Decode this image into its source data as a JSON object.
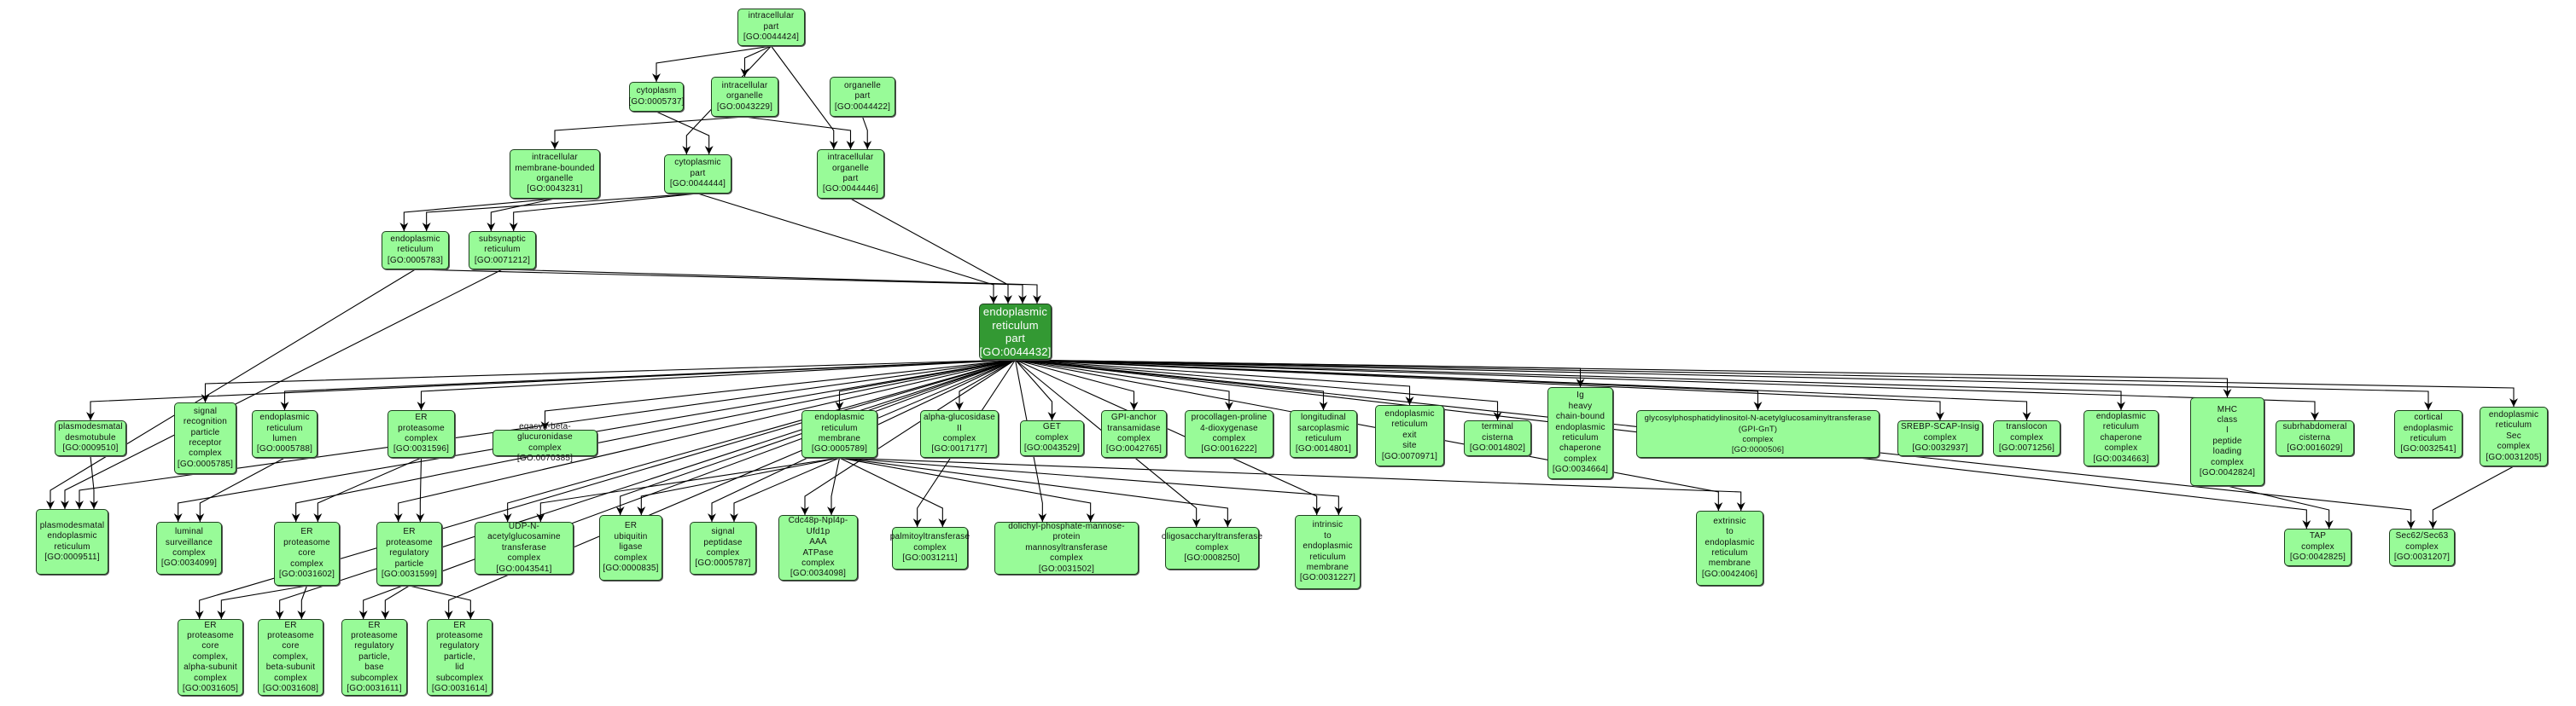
{
  "colors": {
    "node_fill": "#98fb98",
    "focus_fill": "#339933",
    "border": "#1f3f1f",
    "edge": "#000000"
  },
  "nodes": [
    {
      "id": "n_ip",
      "label": "intracellular\npart\n[GO:0044424]"
    },
    {
      "id": "n_cyto",
      "label": "cytoplasm\n[GO:0005737]"
    },
    {
      "id": "n_io",
      "label": "intracellular\norganelle\n[GO:0043229]"
    },
    {
      "id": "n_op",
      "label": "organelle\npart\n[GO:0044422]"
    },
    {
      "id": "n_imbo",
      "label": "intracellular\nmembrane-bounded\norganelle\n[GO:0043231]"
    },
    {
      "id": "n_cp",
      "label": "cytoplasmic\npart\n[GO:0044444]"
    },
    {
      "id": "n_iop",
      "label": "intracellular\norganelle\npart\n[GO:0044446]"
    },
    {
      "id": "n_er",
      "label": "endoplasmic\nreticulum\n[GO:0005783]"
    },
    {
      "id": "n_sr",
      "label": "subsynaptic\nreticulum\n[GO:0071212]"
    },
    {
      "id": "n_erp",
      "label": "endoplasmic\nreticulum\npart\n[GO:0044432]",
      "focus": true
    },
    {
      "id": "n_pdd",
      "label": "plasmodesmatal\ndesmotubule\n[GO:0009510]"
    },
    {
      "id": "n_srp",
      "label": "signal\nrecognition\nparticle\nreceptor\ncomplex\n[GO:0005785]"
    },
    {
      "id": "n_lumen",
      "label": "endoplasmic\nreticulum\nlumen\n[GO:0005788]"
    },
    {
      "id": "n_epc",
      "label": "ER\nproteasome\ncomplex\n[GO:0031596]"
    },
    {
      "id": "n_egasyn",
      "label": "egasyn-beta-glucuronidase\ncomplex\n[GO:0070385]"
    },
    {
      "id": "n_erm",
      "label": "endoplasmic\nreticulum\nmembrane\n[GO:0005789]"
    },
    {
      "id": "n_ag2",
      "label": "alpha-glucosidase\nII\ncomplex\n[GO:0017177]"
    },
    {
      "id": "n_get",
      "label": "GET\ncomplex\n[GO:0043529]"
    },
    {
      "id": "n_gpit",
      "label": "GPI-anchor\ntransamidase\ncomplex\n[GO:0042765]"
    },
    {
      "id": "n_p4h",
      "label": "procollagen-proline\n4-dioxygenase\ncomplex\n[GO:0016222]"
    },
    {
      "id": "n_lsr",
      "label": "longitudinal\nsarcoplasmic\nreticulum\n[GO:0014801]"
    },
    {
      "id": "n_eres",
      "label": "endoplasmic\nreticulum\nexit\nsite\n[GO:0070971]"
    },
    {
      "id": "n_tc",
      "label": "terminal\ncisterna\n[GO:0014802]"
    },
    {
      "id": "n_ig",
      "label": "Ig\nheavy\nchain-bound\nendoplasmic\nreticulum\nchaperone\ncomplex\n[GO:0034664]"
    },
    {
      "id": "n_gpignt",
      "label": "glycosylphosphatidylinositol-N-acetylglucosaminyltransferase\n(GPI-GnT)\ncomplex\n[GO:0000506]",
      "wide": true
    },
    {
      "id": "n_srebp",
      "label": "SREBP-SCAP-Insig\ncomplex\n[GO:0032937]"
    },
    {
      "id": "n_transl",
      "label": "translocon\ncomplex\n[GO:0071256]"
    },
    {
      "id": "n_erchap",
      "label": "endoplasmic\nreticulum\nchaperone\ncomplex\n[GO:0034663]"
    },
    {
      "id": "n_mhc",
      "label": "MHC\nclass\nI\npeptide\nloading\ncomplex\n[GO:0042824]"
    },
    {
      "id": "n_subr",
      "label": "subrhabdomeral\ncisterna\n[GO:0016029]"
    },
    {
      "id": "n_cort",
      "label": "cortical\nendoplasmic\nreticulum\n[GO:0032541]"
    },
    {
      "id": "n_sec",
      "label": "endoplasmic\nreticulum\nSec\ncomplex\n[GO:0031205]"
    },
    {
      "id": "n_pder",
      "label": "plasmodesmatal\nendoplasmic\nreticulum\n[GO:0009511]"
    },
    {
      "id": "n_lsc",
      "label": "luminal\nsurveillance\ncomplex\n[GO:0034099]"
    },
    {
      "id": "n_core",
      "label": "ER\nproteasome\ncore\ncomplex\n[GO:0031602]"
    },
    {
      "id": "n_reg",
      "label": "ER\nproteasome\nregulatory\nparticle\n[GO:0031599]"
    },
    {
      "id": "n_udp",
      "label": "UDP-N-acetylglucosamine\ntransferase\ncomplex\n[GO:0043541]"
    },
    {
      "id": "n_ubl",
      "label": "ER\nubiquitin\nligase\ncomplex\n[GO:0000835]"
    },
    {
      "id": "n_sp",
      "label": "signal\npeptidase\ncomplex\n[GO:0005787]"
    },
    {
      "id": "n_cdc",
      "label": "Cdc48p-Npl4p-Ufd1p\nAAA\nATPase\ncomplex\n[GO:0034098]"
    },
    {
      "id": "n_palm",
      "label": "palmitoyltransferase\ncomplex\n[GO:0031211]"
    },
    {
      "id": "n_dpm",
      "label": "dolichyl-phosphate-mannose-protein\nmannosyltransferase\ncomplex\n[GO:0031502]"
    },
    {
      "id": "n_ost",
      "label": "oligosaccharyltransferase\ncomplex\n[GO:0008250]"
    },
    {
      "id": "n_intr",
      "label": "intrinsic\nto\nendoplasmic\nreticulum\nmembrane\n[GO:0031227]"
    },
    {
      "id": "n_extr",
      "label": "extrinsic\nto\nendoplasmic\nreticulum\nmembrane\n[GO:0042406]"
    },
    {
      "id": "n_tap",
      "label": "TAP\ncomplex\n[GO:0042825]"
    },
    {
      "id": "n_sec62",
      "label": "Sec62/Sec63\ncomplex\n[GO:0031207]"
    },
    {
      "id": "n_alpha",
      "label": "ER\nproteasome\ncore\ncomplex,\nalpha-subunit\ncomplex\n[GO:0031605]"
    },
    {
      "id": "n_beta",
      "label": "ER\nproteasome\ncore\ncomplex,\nbeta-subunit\ncomplex\n[GO:0031608]"
    },
    {
      "id": "n_base",
      "label": "ER\nproteasome\nregulatory\nparticle,\nbase\nsubcomplex\n[GO:0031611]"
    },
    {
      "id": "n_lid",
      "label": "ER\nproteasome\nregulatory\nparticle,\nlid\nsubcomplex\n[GO:0031614]"
    }
  ],
  "edges": [
    [
      "n_ip",
      "n_cyto"
    ],
    [
      "n_ip",
      "n_io"
    ],
    [
      "n_ip",
      "n_cp"
    ],
    [
      "n_ip",
      "n_iop"
    ],
    [
      "n_cyto",
      "n_cp"
    ],
    [
      "n_io",
      "n_imbo"
    ],
    [
      "n_io",
      "n_iop"
    ],
    [
      "n_op",
      "n_iop"
    ],
    [
      "n_imbo",
      "n_er"
    ],
    [
      "n_imbo",
      "n_sr"
    ],
    [
      "n_cp",
      "n_er"
    ],
    [
      "n_cp",
      "n_sr"
    ],
    [
      "n_cp",
      "n_erp"
    ],
    [
      "n_iop",
      "n_erp"
    ],
    [
      "n_er",
      "n_erp"
    ],
    [
      "n_sr",
      "n_erp"
    ],
    [
      "n_er",
      "n_pder"
    ],
    [
      "n_sr",
      "n_pder"
    ],
    [
      "n_erp",
      "n_pdd"
    ],
    [
      "n_erp",
      "n_srp"
    ],
    [
      "n_erp",
      "n_lumen"
    ],
    [
      "n_erp",
      "n_epc"
    ],
    [
      "n_erp",
      "n_egasyn"
    ],
    [
      "n_erp",
      "n_erm"
    ],
    [
      "n_erp",
      "n_ag2"
    ],
    [
      "n_erp",
      "n_get"
    ],
    [
      "n_erp",
      "n_gpit"
    ],
    [
      "n_erp",
      "n_p4h"
    ],
    [
      "n_erp",
      "n_lsr"
    ],
    [
      "n_erp",
      "n_eres"
    ],
    [
      "n_erp",
      "n_tc"
    ],
    [
      "n_erp",
      "n_ig"
    ],
    [
      "n_erp",
      "n_gpignt"
    ],
    [
      "n_erp",
      "n_srebp"
    ],
    [
      "n_erp",
      "n_transl"
    ],
    [
      "n_erp",
      "n_erchap"
    ],
    [
      "n_erp",
      "n_mhc"
    ],
    [
      "n_erp",
      "n_subr"
    ],
    [
      "n_erp",
      "n_cort"
    ],
    [
      "n_erp",
      "n_sec"
    ],
    [
      "n_erp",
      "n_pder"
    ],
    [
      "n_erp",
      "n_lsc"
    ],
    [
      "n_erp",
      "n_core"
    ],
    [
      "n_erp",
      "n_reg"
    ],
    [
      "n_erp",
      "n_udp"
    ],
    [
      "n_erp",
      "n_ubl"
    ],
    [
      "n_erp",
      "n_sp"
    ],
    [
      "n_erp",
      "n_cdc"
    ],
    [
      "n_erp",
      "n_palm"
    ],
    [
      "n_erp",
      "n_dpm"
    ],
    [
      "n_erp",
      "n_ost"
    ],
    [
      "n_erp",
      "n_intr"
    ],
    [
      "n_erp",
      "n_extr"
    ],
    [
      "n_erp",
      "n_tap"
    ],
    [
      "n_erp",
      "n_sec62"
    ],
    [
      "n_erp",
      "n_alpha"
    ],
    [
      "n_erp",
      "n_beta"
    ],
    [
      "n_erp",
      "n_base"
    ],
    [
      "n_erp",
      "n_lid"
    ],
    [
      "n_pdd",
      "n_pder"
    ],
    [
      "n_lumen",
      "n_lsc"
    ],
    [
      "n_epc",
      "n_core"
    ],
    [
      "n_epc",
      "n_reg"
    ],
    [
      "n_core",
      "n_alpha"
    ],
    [
      "n_core",
      "n_beta"
    ],
    [
      "n_reg",
      "n_base"
    ],
    [
      "n_reg",
      "n_lid"
    ],
    [
      "n_erm",
      "n_udp"
    ],
    [
      "n_erm",
      "n_ubl"
    ],
    [
      "n_erm",
      "n_sp"
    ],
    [
      "n_erm",
      "n_cdc"
    ],
    [
      "n_erm",
      "n_palm"
    ],
    [
      "n_erm",
      "n_dpm"
    ],
    [
      "n_erm",
      "n_ost"
    ],
    [
      "n_erm",
      "n_intr"
    ],
    [
      "n_erm",
      "n_extr"
    ],
    [
      "n_mhc",
      "n_tap"
    ],
    [
      "n_sec",
      "n_sec62"
    ]
  ]
}
